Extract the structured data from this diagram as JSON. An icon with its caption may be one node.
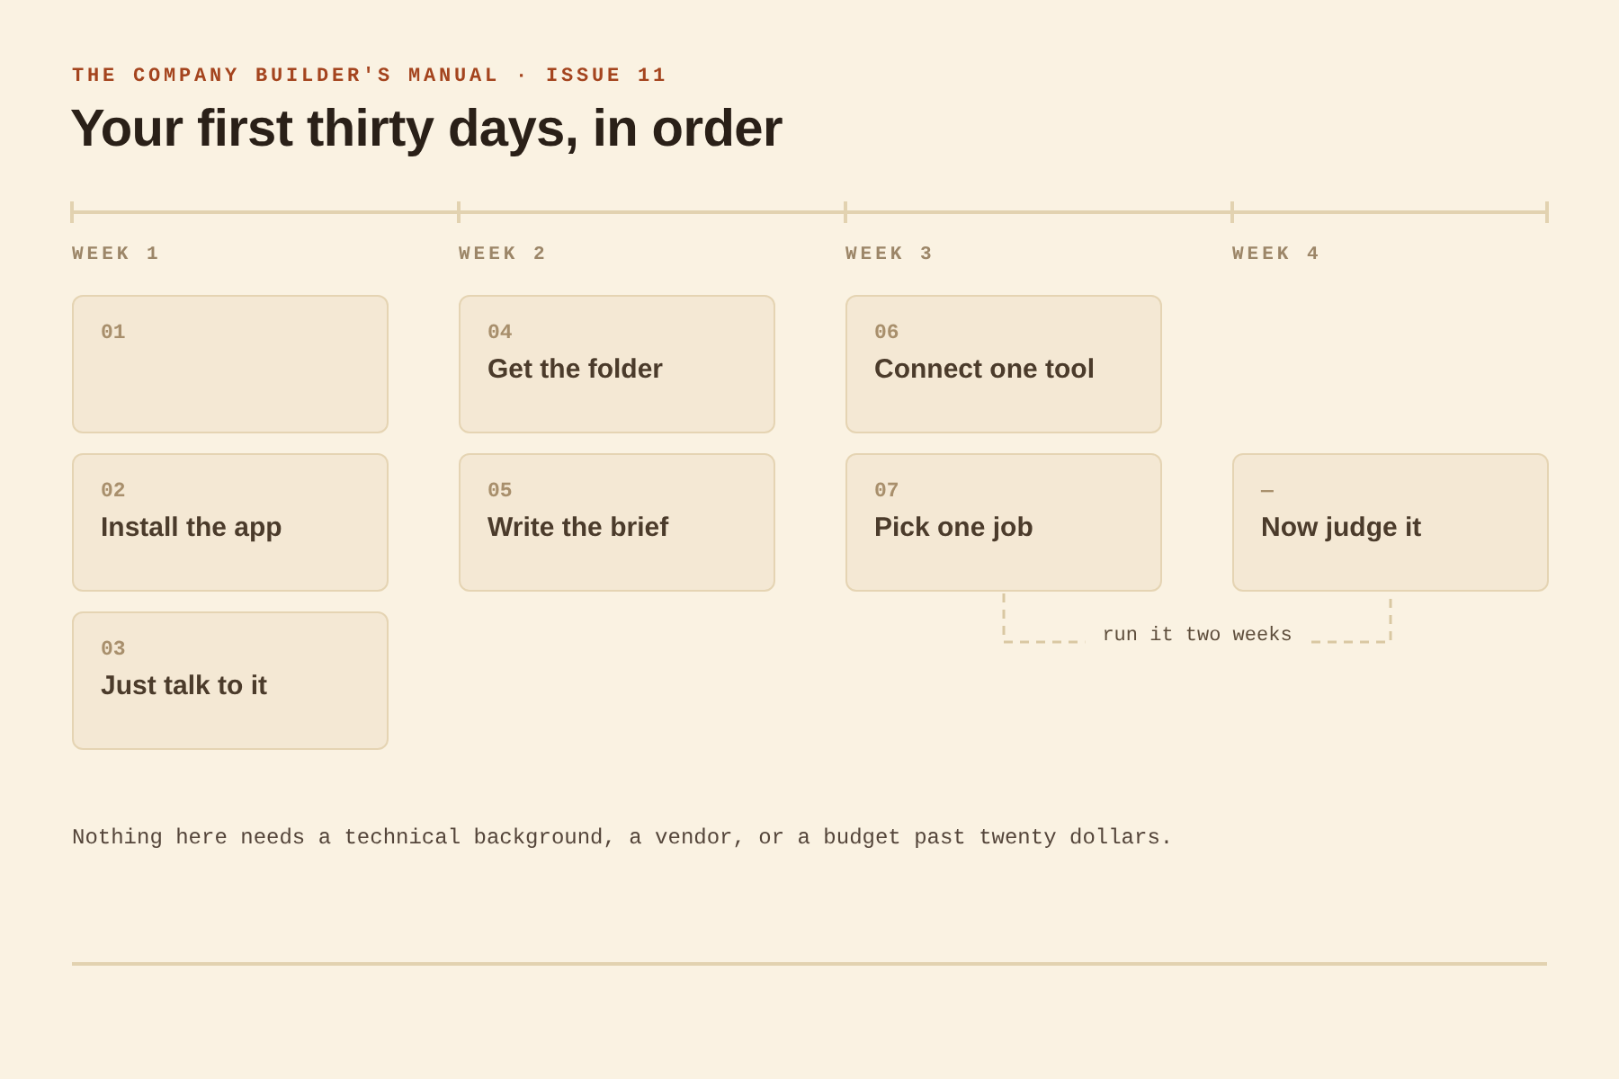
{
  "diagram": {
    "title": "Your first thirty days, in order",
    "caption": "Nothing here needs a technical background, a vendor, or a budget past twenty dollars.",
    "nodes": [
      {
        "text": [
          "01"
        ]
      },
      {
        "text": [
          "02",
          "Install the app"
        ]
      },
      {
        "text": [
          "03",
          "Just talk to it"
        ]
      },
      {
        "text": [
          "04",
          "Get the folder"
        ]
      },
      {
        "text": [
          "05",
          "Write the brief"
        ]
      },
      {
        "text": [
          "06",
          "Connect one tool"
        ]
      },
      {
        "text": [
          "07",
          "Pick one job"
        ]
      },
      {
        "text": [
          "—",
          "Now judge it"
        ]
      }
    ],
    "edges": [
      {
        "from": 6,
        "to": 7,
        "arrow": "none",
        "style": "dashed",
        "label": "run it two weeks"
      }
    ],
    "labels": [
      "THE COMPANY BUILDER'S MANUAL · ISSUE 11",
      "WEEK 1",
      "WEEK 2",
      "WEEK 3",
      "WEEK 4"
    ]
  }
}
